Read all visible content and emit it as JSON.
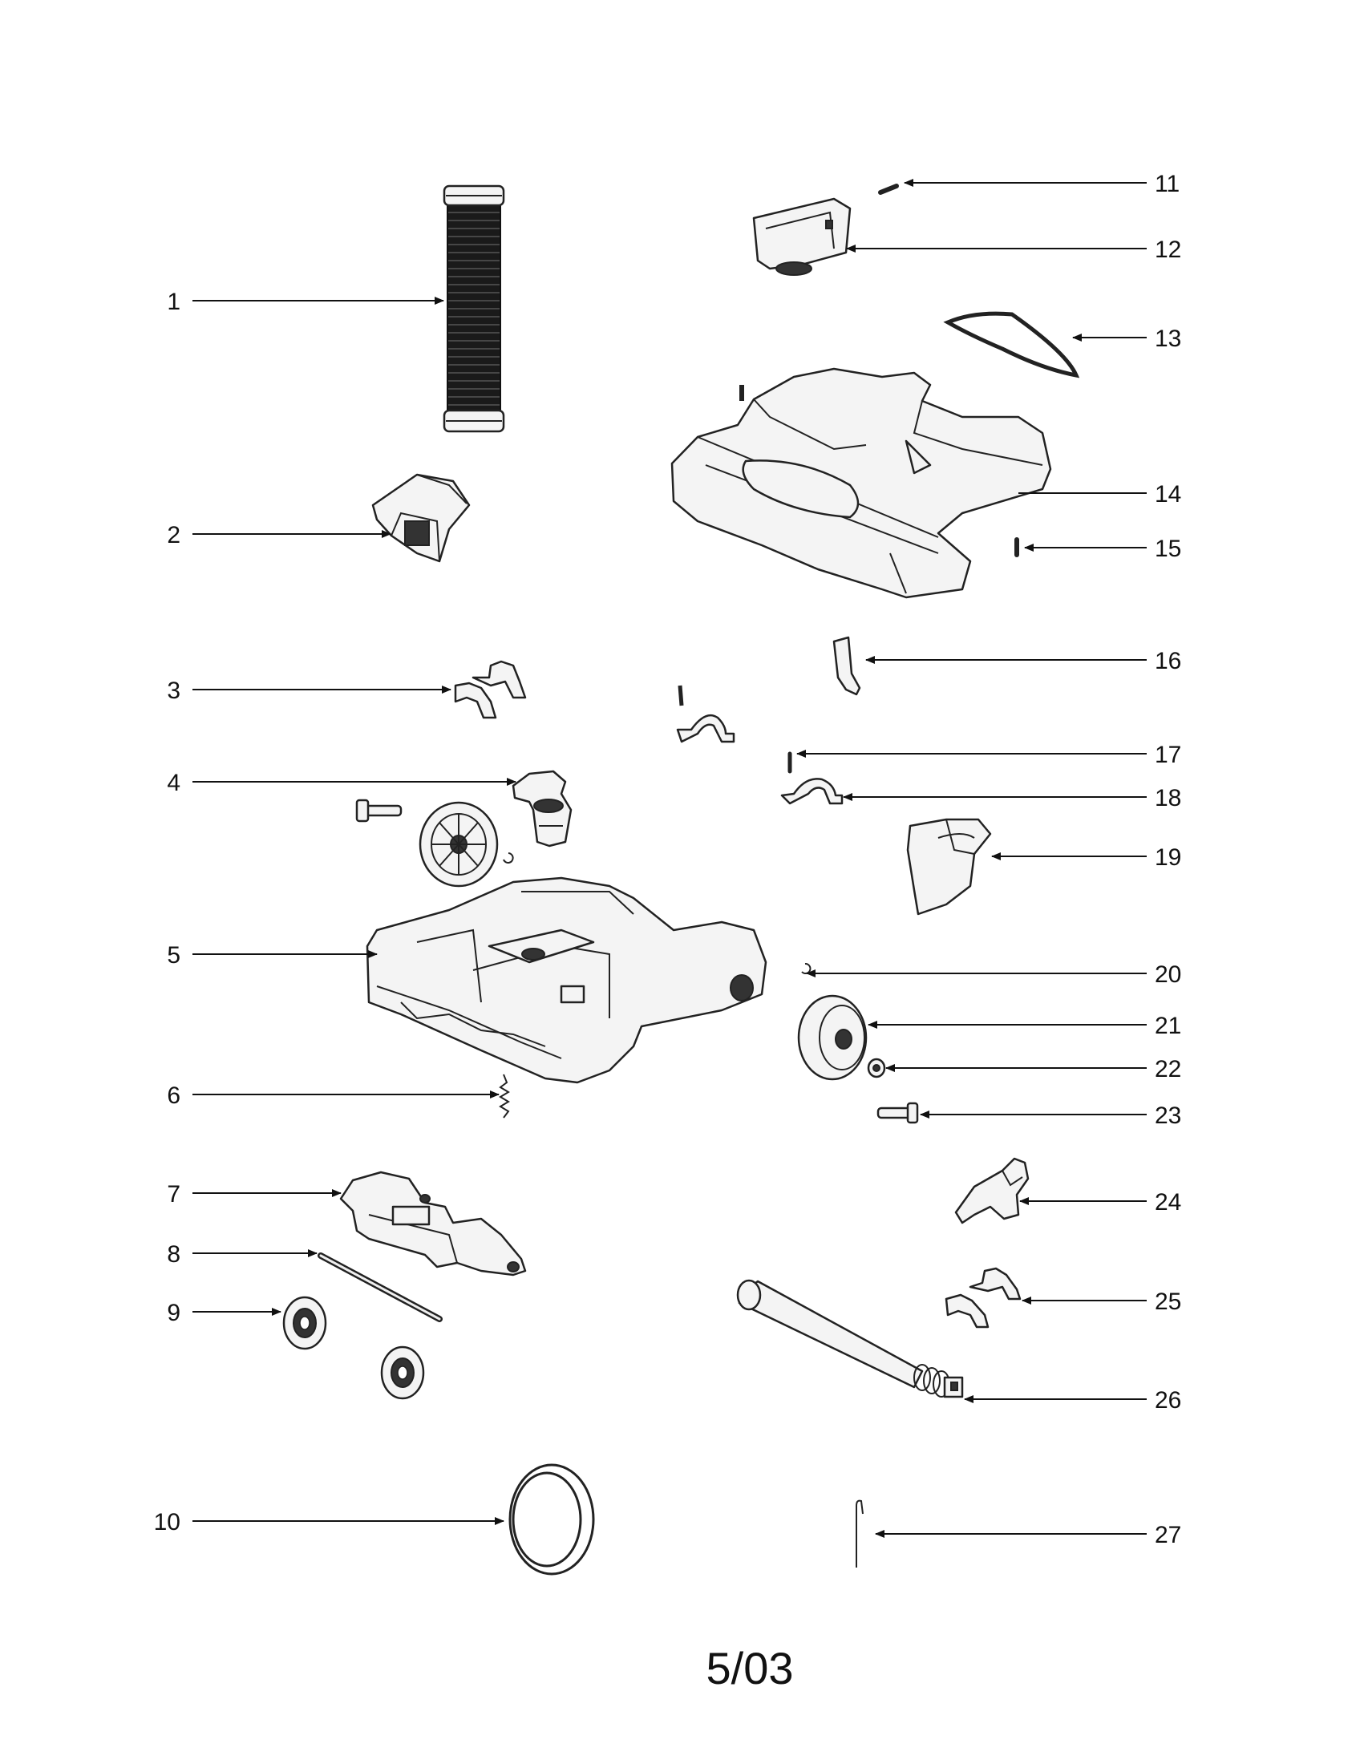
{
  "diagram": {
    "callouts": [
      {
        "id": "c1",
        "label": "1"
      },
      {
        "id": "c2",
        "label": "2"
      },
      {
        "id": "c3",
        "label": "3"
      },
      {
        "id": "c4",
        "label": "4"
      },
      {
        "id": "c5",
        "label": "5"
      },
      {
        "id": "c6",
        "label": "6"
      },
      {
        "id": "c7",
        "label": "7"
      },
      {
        "id": "c8",
        "label": "8"
      },
      {
        "id": "c9",
        "label": "9"
      },
      {
        "id": "c10",
        "label": "10"
      },
      {
        "id": "c11",
        "label": "11"
      },
      {
        "id": "c12",
        "label": "12"
      },
      {
        "id": "c13",
        "label": "13"
      },
      {
        "id": "c14",
        "label": "14"
      },
      {
        "id": "c15",
        "label": "15"
      },
      {
        "id": "c16",
        "label": "16"
      },
      {
        "id": "c17",
        "label": "17"
      },
      {
        "id": "c18",
        "label": "18"
      },
      {
        "id": "c19",
        "label": "19"
      },
      {
        "id": "c20",
        "label": "20"
      },
      {
        "id": "c21",
        "label": "21"
      },
      {
        "id": "c22",
        "label": "22"
      },
      {
        "id": "c23",
        "label": "23"
      },
      {
        "id": "c24",
        "label": "24"
      },
      {
        "id": "c25",
        "label": "25"
      },
      {
        "id": "c26",
        "label": "26"
      },
      {
        "id": "c27",
        "label": "27"
      }
    ],
    "footer": "5/03"
  }
}
